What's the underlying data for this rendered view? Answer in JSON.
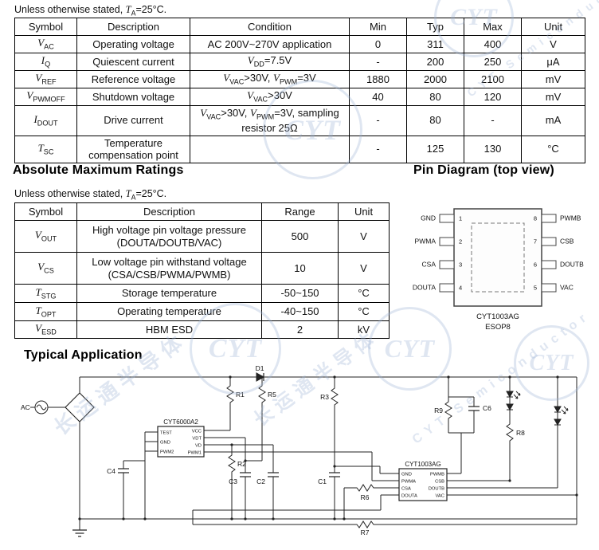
{
  "notes": {
    "note1": "Unless otherwise stated, *T*_[A]=25°C.",
    "note2": "Unless otherwise stated, *T*_[A]=25°C."
  },
  "headings": {
    "abs_max": "Absolute Maximum Ratings",
    "pin_diagram": "Pin Diagram (top view)",
    "typical_app": "Typical Application"
  },
  "table1": {
    "headers": [
      "Symbol",
      "Description",
      "Condition",
      "Min",
      "Typ",
      "Max",
      "Unit"
    ],
    "rows": [
      {
        "symbol": "*V*_[AC]",
        "desc": "Operating voltage",
        "cond": "AC 200V~270V application",
        "min": "0",
        "typ": "311",
        "max": "400",
        "unit": "V"
      },
      {
        "symbol": "*I*_[Q]",
        "desc": "Quiescent current",
        "cond": "*V*_[DD]=7.5V",
        "min": "-",
        "typ": "200",
        "max": "250",
        "unit": "μA"
      },
      {
        "symbol": "*V*_[REF]",
        "desc": "Reference voltage",
        "cond": "*V*_[VAC]>30V, *V*_[PWM]=3V",
        "min": "1880",
        "typ": "2000",
        "max": "2100",
        "unit": "mV"
      },
      {
        "symbol": "*V*_[PWMOFF]",
        "desc": "Shutdown voltage",
        "cond": "*V*_[VAC]>30V",
        "min": "40",
        "typ": "80",
        "max": "120",
        "unit": "mV"
      },
      {
        "symbol": "*I*_[DOUT]",
        "desc": "Drive current",
        "cond": "*V*_[VAC]>30V, *V*_[PWM]=3V, sampling resistor 25Ω",
        "min": "-",
        "typ": "80",
        "max": "-",
        "unit": "mA"
      },
      {
        "symbol": "*T*_[SC]",
        "desc": "Temperature compensation point",
        "cond": "",
        "min": "-",
        "typ": "125",
        "max": "130",
        "unit": "°C"
      }
    ]
  },
  "table2": {
    "headers": [
      "Symbol",
      "Description",
      "Range",
      "Unit"
    ],
    "rows": [
      {
        "symbol": "*V*_[OUT]",
        "desc": "High voltage pin voltage pressure (DOUTA/DOUTB/VAC)",
        "range": "500",
        "unit": "V"
      },
      {
        "symbol": "*V*_[CS]",
        "desc": "Low voltage pin withstand voltage (CSA/CSB/PWMA/PWMB)",
        "range": "10",
        "unit": "V"
      },
      {
        "symbol": "*T*_[STG]",
        "desc": "Storage temperature",
        "range": "-50~150",
        "unit": "°C"
      },
      {
        "symbol": "*T*_[OPT]",
        "desc": "Operating temperature",
        "range": "-40~150",
        "unit": "°C"
      },
      {
        "symbol": "*V*_[ESD]",
        "desc": "HBM ESD",
        "range": "2",
        "unit": "kV"
      }
    ]
  },
  "pin_diagram": {
    "part_number": "CYT1003AG",
    "package": "ESOP8",
    "left_pins": [
      {
        "num": "1",
        "name": "GND"
      },
      {
        "num": "2",
        "name": "PWMA"
      },
      {
        "num": "3",
        "name": "CSA"
      },
      {
        "num": "4",
        "name": "DOUTA"
      }
    ],
    "right_pins": [
      {
        "num": "8",
        "name": "PWMB"
      },
      {
        "num": "7",
        "name": "CSB"
      },
      {
        "num": "6",
        "name": "DOUTB"
      },
      {
        "num": "5",
        "name": "VAC"
      }
    ]
  },
  "schematic": {
    "chip1": {
      "name": "CYT6000A2",
      "left_pins": [
        "TEST",
        "GND",
        "PWM2"
      ],
      "right_pins": [
        "VCC",
        "VDT",
        "VD",
        "PWM1"
      ]
    },
    "chip2": {
      "name": "CYT1003AG",
      "left_pins": [
        "GND",
        "PWMA",
        "CSA",
        "DOUTA"
      ],
      "right_pins": [
        "PWMB",
        "CSB",
        "DOUTB",
        "VAC"
      ]
    },
    "labels": {
      "ac": "AC",
      "d1": "D1",
      "r1": "R1",
      "r2": "R2",
      "r3": "R3",
      "r5": "R5",
      "r6": "R6",
      "r7": "R7",
      "r8": "R8",
      "r9": "R9",
      "c1": "C1",
      "c2": "C2",
      "c3": "C3",
      "c4": "C4",
      "c6": "C6"
    }
  },
  "watermark": {
    "logo_text": "CYT",
    "text_cn": "长运通半导体",
    "text_en": "CYT Semiconductor"
  }
}
